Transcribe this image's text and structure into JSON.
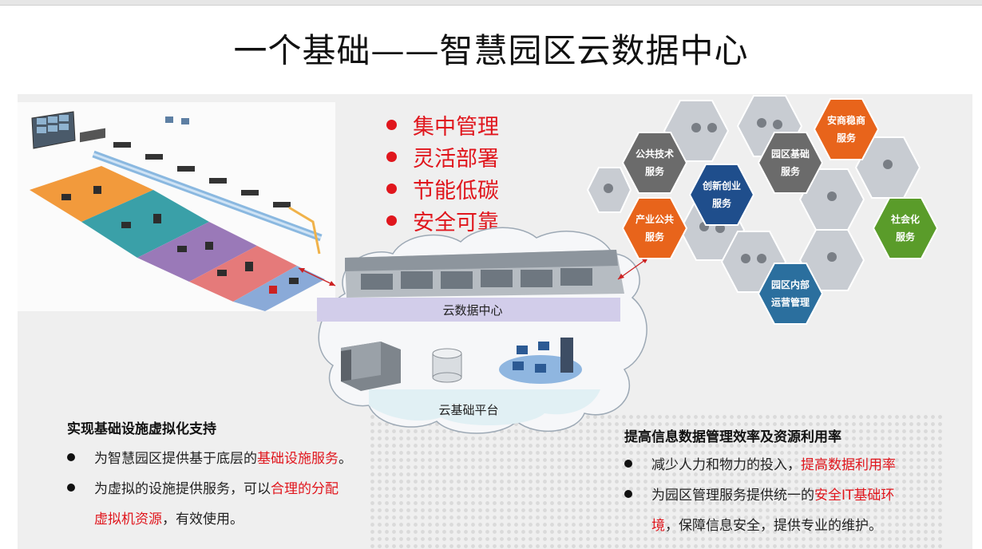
{
  "title": "一个基础——智慧园区云数据中心",
  "bullets": [
    "集中管理",
    "灵活部署",
    "节能低碳",
    "安全可靠"
  ],
  "cloud": {
    "datacenter_label": "云数据中心",
    "platform_label": "云基础平台"
  },
  "hexagons": {
    "public_tech": [
      "公共技术",
      "服务"
    ],
    "park_base": [
      "园区基础",
      "服务"
    ],
    "business": [
      "安商稳商",
      "服务"
    ],
    "innovation": [
      "创新创业",
      "服务"
    ],
    "industry": [
      "产业公共",
      "服务"
    ],
    "social": [
      "社会化",
      "服务"
    ],
    "internal": [
      "园区内部",
      "运营管理"
    ]
  },
  "left_section": {
    "title": "实现基础设施虚拟化支持",
    "item1_prefix": "为智慧园区提供基于底层的",
    "item1_highlight": "基础设施服务",
    "item1_suffix": "。",
    "item2_prefix": "为虚拟的设施提供服务，可以",
    "item2_highlight1": "合理的分配",
    "item2_highlight2": "虚拟机资源",
    "item2_suffix": "，有效使用。"
  },
  "right_section": {
    "title": "提高信息数据管理效率及资源利用率",
    "item1_prefix": "减少人力和物力的投入，",
    "item1_highlight": "提高数据利用率",
    "item2_prefix": "为园区管理服务提供统一的",
    "item2_highlight1": "安全IT基础环",
    "item2_highlight2": "境",
    "item2_suffix": "，保障信息安全，提供专业的维护。"
  },
  "colors": {
    "accent_red": "#e0161d",
    "hex_orange": "#e8641b",
    "hex_gray": "#6b6b6b",
    "hex_blue": "#1f4e8c",
    "hex_green": "#5a9c2a",
    "hex_teal": "#2b6f9e"
  }
}
